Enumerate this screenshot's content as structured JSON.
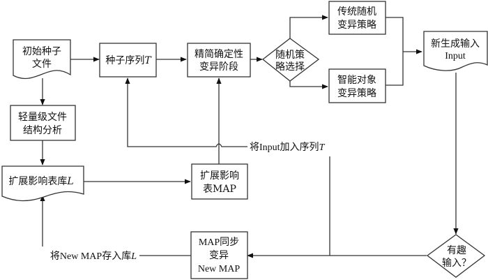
{
  "diagram": {
    "type": "flowchart",
    "nodes": {
      "seed_files": {
        "shape": "document",
        "lines": [
          "初始种子",
          "文件"
        ]
      },
      "seed_queue": {
        "shape": "process",
        "text": "种子序列",
        "var": "T"
      },
      "deterministic": {
        "shape": "process",
        "lines": [
          "精简确定性",
          "变异阶段"
        ]
      },
      "random_select": {
        "shape": "decision",
        "lines": [
          "随机策",
          "略选择"
        ]
      },
      "traditional": {
        "shape": "process",
        "lines": [
          "传统随机",
          "变异策略"
        ]
      },
      "smart": {
        "shape": "process",
        "lines": [
          "智能对象",
          "变异策略"
        ]
      },
      "new_input": {
        "shape": "document",
        "lines": [
          "新生成输入",
          "Input"
        ]
      },
      "structure_analysis": {
        "shape": "process",
        "lines": [
          "轻量级文件",
          "结构分析"
        ]
      },
      "ext_library": {
        "shape": "document",
        "text": "扩展影响表库",
        "var": "L"
      },
      "ext_map": {
        "shape": "process",
        "lines": [
          "扩展影响",
          "表MAP"
        ]
      },
      "interesting": {
        "shape": "decision",
        "lines": [
          "有趣",
          "输入？"
        ]
      },
      "map_sync": {
        "shape": "process",
        "lines": [
          "MAP同步",
          "变异",
          "New MAP"
        ]
      }
    },
    "edge_labels": {
      "add_input": {
        "text": "将Input加入序列",
        "var": "T"
      },
      "store_map": {
        "text": "将New MAP存入库",
        "var": "L"
      }
    },
    "edges": [
      [
        "seed_files",
        "seed_queue"
      ],
      [
        "seed_queue",
        "deterministic"
      ],
      [
        "deterministic",
        "random_select"
      ],
      [
        "random_select",
        "traditional"
      ],
      [
        "random_select",
        "smart"
      ],
      [
        "traditional",
        "new_input"
      ],
      [
        "smart",
        "new_input"
      ],
      [
        "seed_files",
        "structure_analysis"
      ],
      [
        "structure_analysis",
        "ext_library"
      ],
      [
        "ext_library",
        "ext_map"
      ],
      [
        "ext_map",
        "deterministic"
      ],
      [
        "new_input",
        "interesting"
      ],
      [
        "interesting",
        "seed_queue"
      ],
      [
        "interesting",
        "map_sync"
      ],
      [
        "map_sync",
        "ext_library"
      ]
    ]
  }
}
